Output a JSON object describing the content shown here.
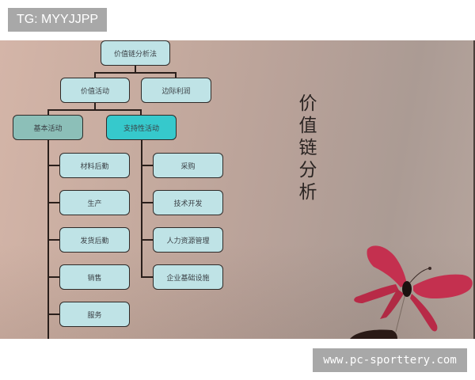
{
  "watermark_top": "TG: MYYJJPP",
  "watermark_bottom": "www.pc-sporttery.com",
  "vertical_title": [
    "价",
    "值",
    "链",
    "分",
    "析"
  ],
  "colors": {
    "node_default": "#bfe3e6",
    "node_primary": "#8cbfb8",
    "node_support": "#36c9cc",
    "line": "#2a1f1b",
    "badge_bg": "#a8a8a8",
    "butterfly": "#c4304f"
  },
  "diagram": {
    "root": "价值链分析法",
    "level2": [
      "价值活动",
      "边际利润"
    ],
    "level3": [
      "基本活动",
      "支持性活动"
    ],
    "primary_activities": [
      "材料后勤",
      "生产",
      "发货后勤",
      "销售",
      "服务"
    ],
    "support_activities": [
      "采购",
      "技术开发",
      "人力资源管理",
      "企业基础设施"
    ]
  },
  "decoration": {
    "image": "butterfly-icon"
  }
}
